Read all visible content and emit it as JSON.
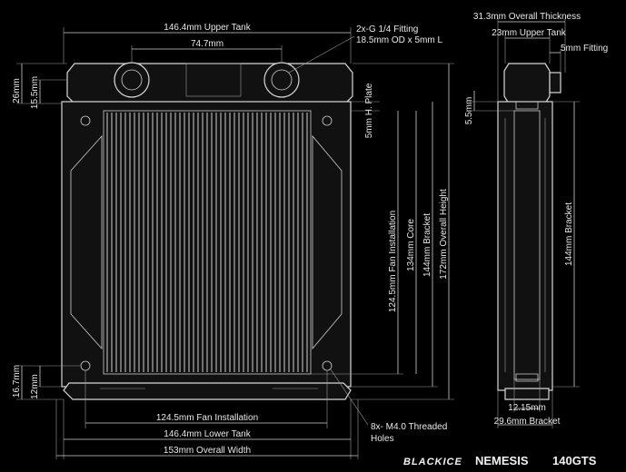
{
  "labels": {
    "upper_tank": "146.4mm Upper Tank",
    "fitting_line1": "2x-G 1/4 Fitting",
    "fitting_line2": "18.5mm OD x 5mm L",
    "fitting_spacing": "74.7mm",
    "h_26": "26mm",
    "h_15_5": "15.5mm",
    "h_plate": "5mm H. Plate",
    "fan_install_v": "124.5mm Fan Installation",
    "core": "134mm Core",
    "bracket_v": "144mm Bracket",
    "overall_height": "172mm Overall Height",
    "h_16_7": "16.7mm",
    "h_12": "12mm",
    "fan_install_h": "124.5mm Fan Installation",
    "lower_tank": "146.4mm Lower Tank",
    "overall_width": "153mm Overall Width",
    "threaded_line1": "8x- M4.0 Threaded",
    "threaded_line2": "Holes",
    "overall_thickness": "31.3mm Overall Thickness",
    "side_upper_tank": "23mm Upper Tank",
    "side_fitting": "5mm Fitting",
    "side_5_5": "5.5mm",
    "side_bracket_v": "144mm Bracket",
    "side_12_15": "12.15mm",
    "side_bracket_h": "29.6mm Bracket"
  },
  "brand": {
    "name": "BLACKICE",
    "model": "NEMESIS",
    "variant": "140GTS"
  },
  "colors": {
    "background": "#000000",
    "line": "#cfcfcf",
    "text": "#e8e8e8"
  }
}
